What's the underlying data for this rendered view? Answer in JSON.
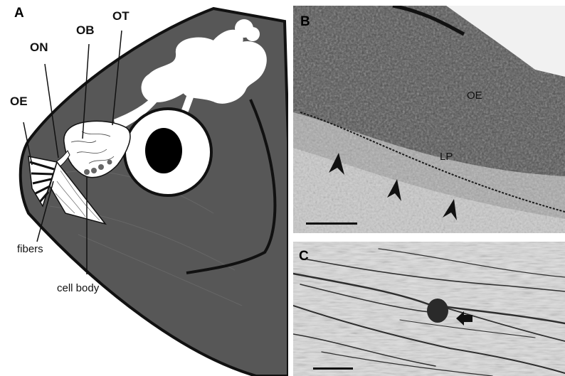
{
  "panels": {
    "a": {
      "letter": "A",
      "labels": {
        "oe": "OE",
        "on": "ON",
        "ob": "OB",
        "ot": "OT",
        "fibers": "fibers",
        "cell_body": "cell body"
      }
    },
    "b": {
      "letter": "B",
      "labels": {
        "oe": "OE",
        "lp": "LP"
      }
    },
    "c": {
      "letter": "C"
    }
  },
  "colors": {
    "fish_body": "#575757",
    "outline": "#111111",
    "brain": "#ffffff",
    "micrograph_dark": "#3a3a3a"
  }
}
